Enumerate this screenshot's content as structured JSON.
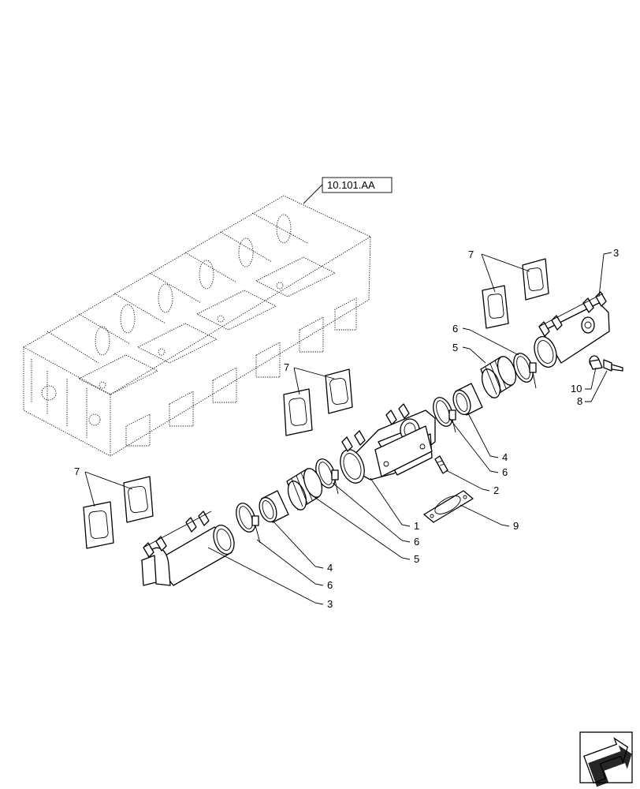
{
  "reference_box": {
    "text": "10.101.AA"
  },
  "callouts": [
    {
      "id": "c7-top-right",
      "text": "7"
    },
    {
      "id": "c3-top-right",
      "text": "3"
    },
    {
      "id": "c6-a",
      "text": "6"
    },
    {
      "id": "c5-a",
      "text": "5"
    },
    {
      "id": "c10",
      "text": "10"
    },
    {
      "id": "c8",
      "text": "8"
    },
    {
      "id": "c7-mid",
      "text": "7"
    },
    {
      "id": "c4-a",
      "text": "4"
    },
    {
      "id": "c6-b",
      "text": "6"
    },
    {
      "id": "c2",
      "text": "2"
    },
    {
      "id": "c7-left",
      "text": "7"
    },
    {
      "id": "c9",
      "text": "9"
    },
    {
      "id": "c1",
      "text": "1"
    },
    {
      "id": "c6-c",
      "text": "6"
    },
    {
      "id": "c5-b",
      "text": "5"
    },
    {
      "id": "c4-b",
      "text": "4"
    },
    {
      "id": "c6-d",
      "text": "6"
    },
    {
      "id": "c3-bottom",
      "text": "3"
    }
  ],
  "nav_icon": "next-page-arrow-icon"
}
